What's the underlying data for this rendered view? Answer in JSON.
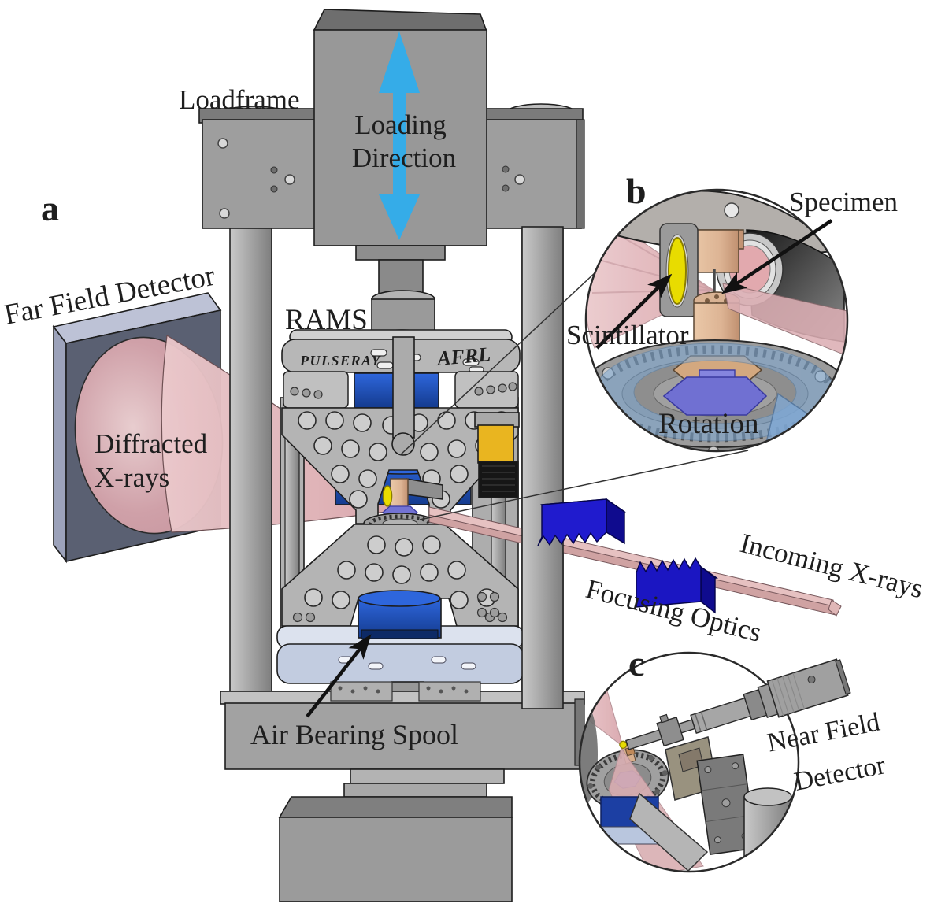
{
  "figure": {
    "type": "experimental-setup-diagram",
    "panels": {
      "a": {
        "tag": "a",
        "loadframe": "Loadframe",
        "loading_direction_1": "Loading",
        "loading_direction_2": "Direction",
        "far_field_detector": "Far Field Detector",
        "diffracted_xrays_1": "Diffracted",
        "diffracted_xrays_2": "X-rays",
        "rams": "RAMS",
        "brand_left": "PULSERAY",
        "brand_right": "AFRL",
        "incoming_xrays": "Incoming X-rays",
        "focusing_optics": "Focusing Optics",
        "air_bearing_spool": "Air Bearing Spool"
      },
      "b": {
        "tag": "b",
        "specimen": "Specimen",
        "scintillator": "Scintillator",
        "rotation": "Rotation"
      },
      "c": {
        "tag": "c",
        "near_field_detector_1": "Near Field",
        "near_field_detector_2": "Detector"
      }
    },
    "colors": {
      "loading_arrow_blue": "#35ACE8",
      "xray_beam_pink": "#E3B9BC",
      "diffracted_cone_pink": "#D9ABB0",
      "focusing_optics_blue": "#1B16C2",
      "machine_bearing_blue": "#1E55C8",
      "scintillator_yellow": "#E8DC00",
      "specimen_tan": "#DDB494",
      "hex_nut_purple": "#7373D4",
      "rotation_arrow_blue": "#7FA9D6",
      "frame_gray": "#A2A2A2",
      "far_field_detector_slate": "#5A6072"
    }
  }
}
